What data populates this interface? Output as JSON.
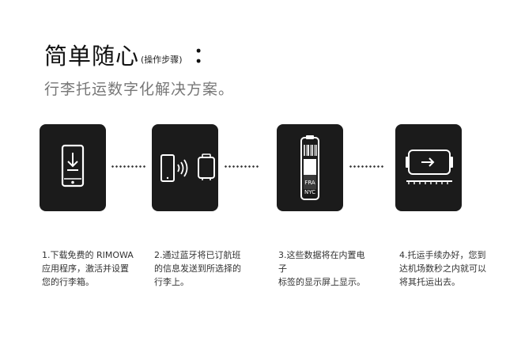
{
  "header": {
    "title": "简单随心",
    "title_note": "(操作步骤)",
    "colon": "：",
    "subtitle": "行李托运数字化解决方案。"
  },
  "tiles": [
    {
      "icon": "phone-download-icon"
    },
    {
      "icon": "phone-bluetooth-suitcase-icon"
    },
    {
      "icon": "luggage-tag-icon",
      "tag_top": "FRA",
      "tag_bottom": "NYC"
    },
    {
      "icon": "luggage-checkin-icon"
    }
  ],
  "steps": [
    {
      "line1": "1.下载免费的 RIMOWA",
      "line2": "应用程序，激活并设置",
      "line3": "您的行李箱。"
    },
    {
      "line1": "2.通过蓝牙将已订航班",
      "line2": "的信息发送到所选择的",
      "line3": "行李上。"
    },
    {
      "line1": "3.这些数据将在内置电 子",
      "line2": "标签的显示屏上显示。",
      "line3": ""
    },
    {
      "line1": "4.托运手续办好，您到",
      "line2": "达机场数秒之内就可以",
      "line3": "将其托运出去。"
    }
  ],
  "colors": {
    "tile": "#1b1b1b",
    "icon": "#ffffff",
    "subtitle": "#777777"
  }
}
